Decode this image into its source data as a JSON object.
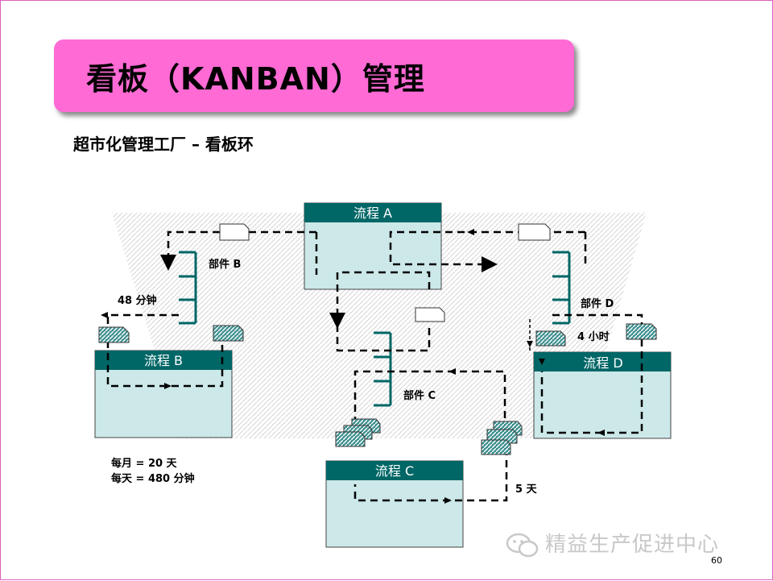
{
  "title": "看板（KANBAN）管理",
  "subtitle": "超市化管理工厂 – 看板环",
  "processes": {
    "a": "流程 A",
    "b": "流程 B",
    "c": "流程 C",
    "d": "流程 D"
  },
  "parts": {
    "b": "部件 B",
    "c": "部件 C",
    "d": "部件 D"
  },
  "times": {
    "b": "48 分钟",
    "c": "5 天",
    "d": "4 小时"
  },
  "notes": {
    "line1": "每月 = 20 天",
    "line2": "每天 = 480  分钟"
  },
  "page_number": "60",
  "watermark": "精益生产促进中心",
  "colors": {
    "title_bar": "#ff6ad5",
    "process_header": "#006666",
    "process_body": "#cce8e8",
    "supermarket": "#006666"
  }
}
